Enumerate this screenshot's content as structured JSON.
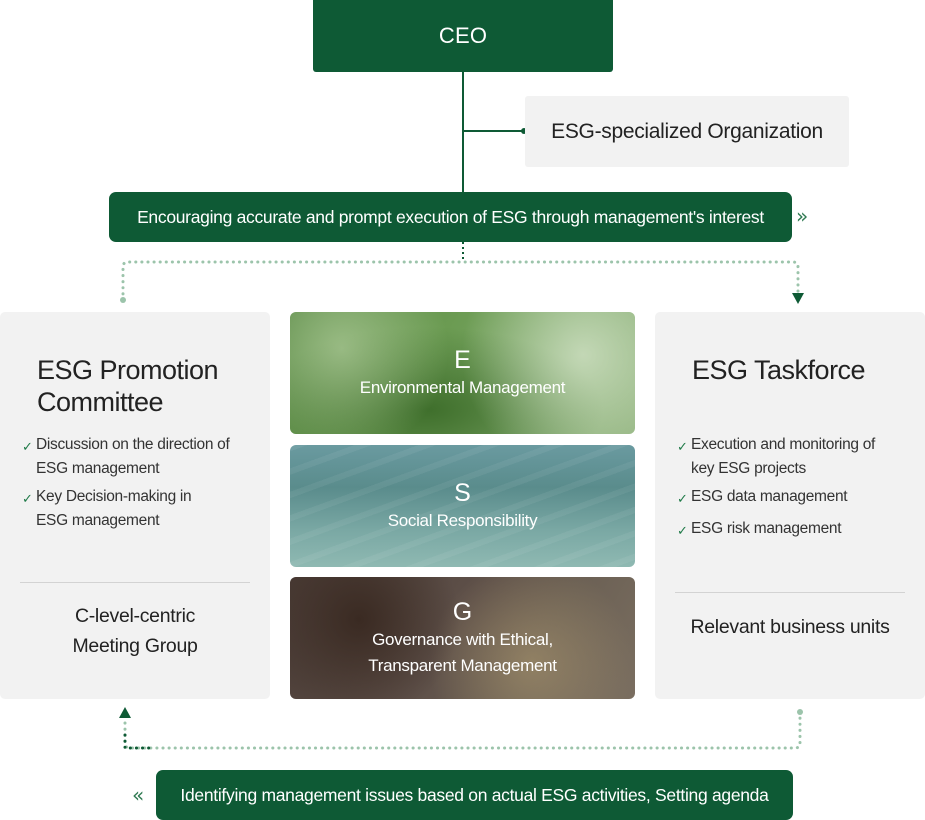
{
  "ceo": {
    "label": "CEO"
  },
  "organization": {
    "label": "ESG-specialized Organization"
  },
  "top_banner": {
    "text": "Encouraging accurate and prompt execution of ESG through management's interest",
    "arrow": "»"
  },
  "bottom_banner": {
    "text": "Identifying management issues based on actual ESG activities, Setting agenda",
    "arrow": "«"
  },
  "promotion_committee": {
    "title_line1": "ESG Promotion",
    "title_line2": "Committee",
    "items": [
      {
        "line1": "Discussion on the direction of",
        "line2": "ESG management"
      },
      {
        "line1": "Key Decision-making in",
        "line2": "ESG management"
      }
    ],
    "footer_line1": "C-level-centric",
    "footer_line2": "Meeting Group"
  },
  "taskforce": {
    "title": "ESG Taskforce",
    "items": [
      {
        "line1": "Execution and monitoring of",
        "line2": "key ESG projects"
      },
      {
        "line1": "ESG data management",
        "line2": ""
      },
      {
        "line1": "ESG risk management",
        "line2": ""
      }
    ],
    "footer": "Relevant business units"
  },
  "esg_cards": {
    "e": {
      "letter": "E",
      "label": "Environmental Management"
    },
    "s": {
      "letter": "S",
      "label": "Social Responsibility"
    },
    "g": {
      "letter": "G",
      "label_line1": "Governance with Ethical,",
      "label_line2": "Transparent Management"
    }
  },
  "colors": {
    "primary_green": "#0e5a35",
    "connector_dotted": "#9cc4ab",
    "panel_bg": "#f2f2f2"
  }
}
